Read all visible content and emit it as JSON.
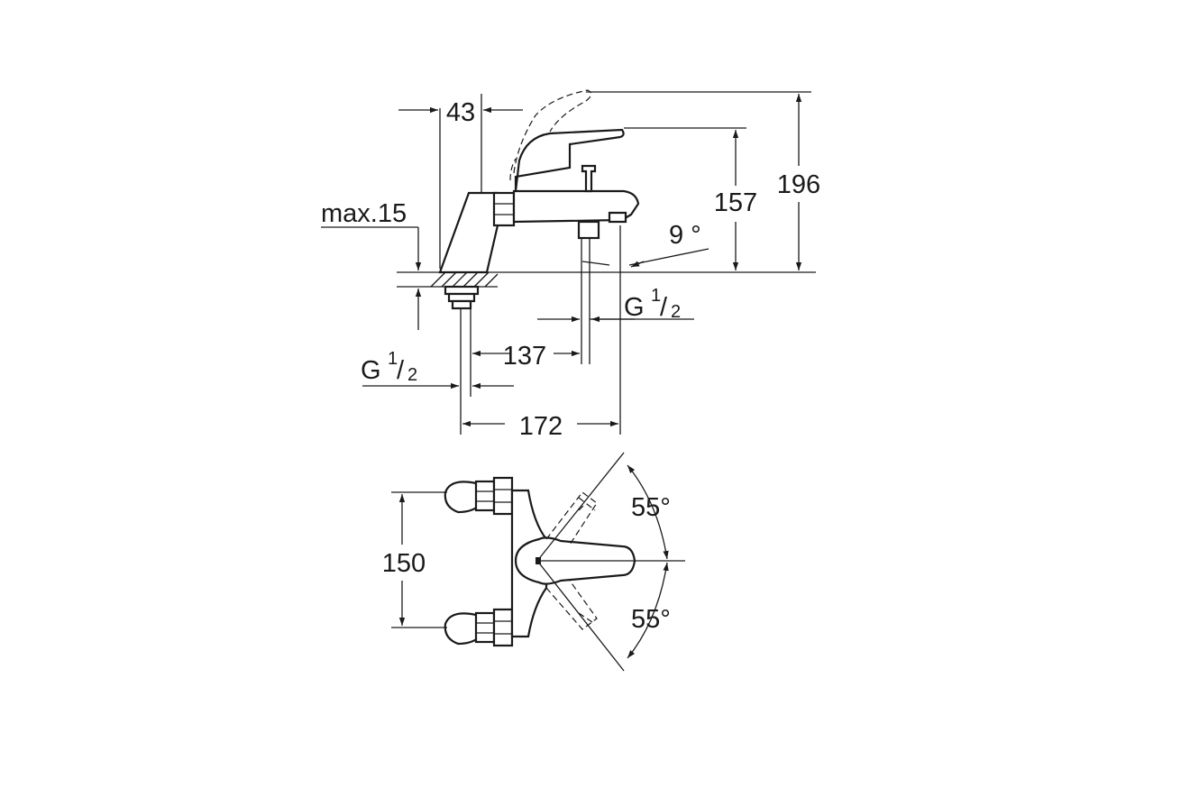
{
  "dimensions": {
    "handle_offset": "43",
    "max_deck": "max.15",
    "spout_height": "157",
    "total_height": "196",
    "spout_angle": "9 °",
    "outlet_thread": {
      "letter": "G",
      "num": "1",
      "den": "2"
    },
    "inlet_thread": {
      "letter": "G",
      "num": "1",
      "den": "2"
    },
    "inner_distance": "137",
    "outer_distance": "172",
    "inlet_spacing": "150",
    "swivel_angle_top": "55°",
    "swivel_angle_bottom": "55°"
  },
  "colors": {
    "line": "#1a1a1a",
    "background": "#ffffff"
  }
}
